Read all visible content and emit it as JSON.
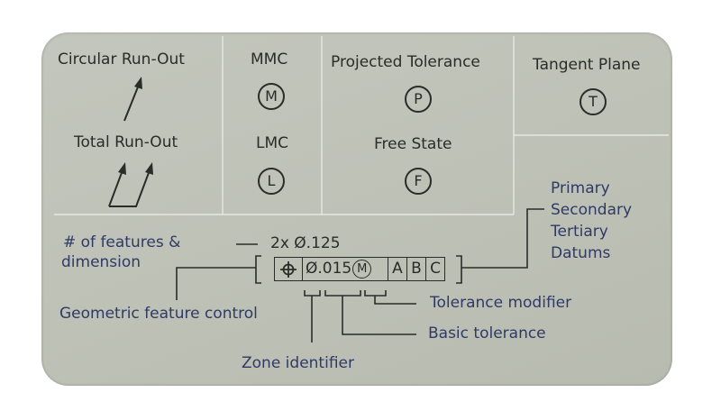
{
  "symbols": {
    "circular_runout": "Circular Run-Out",
    "total_runout": "Total Run-Out",
    "mmc": "MMC",
    "mmc_letter": "M",
    "lmc": "LMC",
    "lmc_letter": "L",
    "projected_tolerance": "Projected Tolerance",
    "projected_letter": "P",
    "free_state": "Free State",
    "free_letter": "F",
    "tangent_plane": "Tangent Plane",
    "tangent_letter": "T"
  },
  "callout": {
    "features_line1": "# of features &",
    "features_line2": "dimension",
    "dimension": "2x Ø.125",
    "fcf_tolerance": "Ø.015",
    "fcf_modifier": "M",
    "datums": [
      "A",
      "B",
      "C"
    ],
    "datum_labels": [
      "Primary",
      "Secondary",
      "Tertiary",
      "Datums"
    ],
    "geometric_feature_control": "Geometric feature control",
    "tolerance_modifier": "Tolerance modifier",
    "basic_tolerance": "Basic tolerance",
    "zone_identifier": "Zone identifier"
  }
}
